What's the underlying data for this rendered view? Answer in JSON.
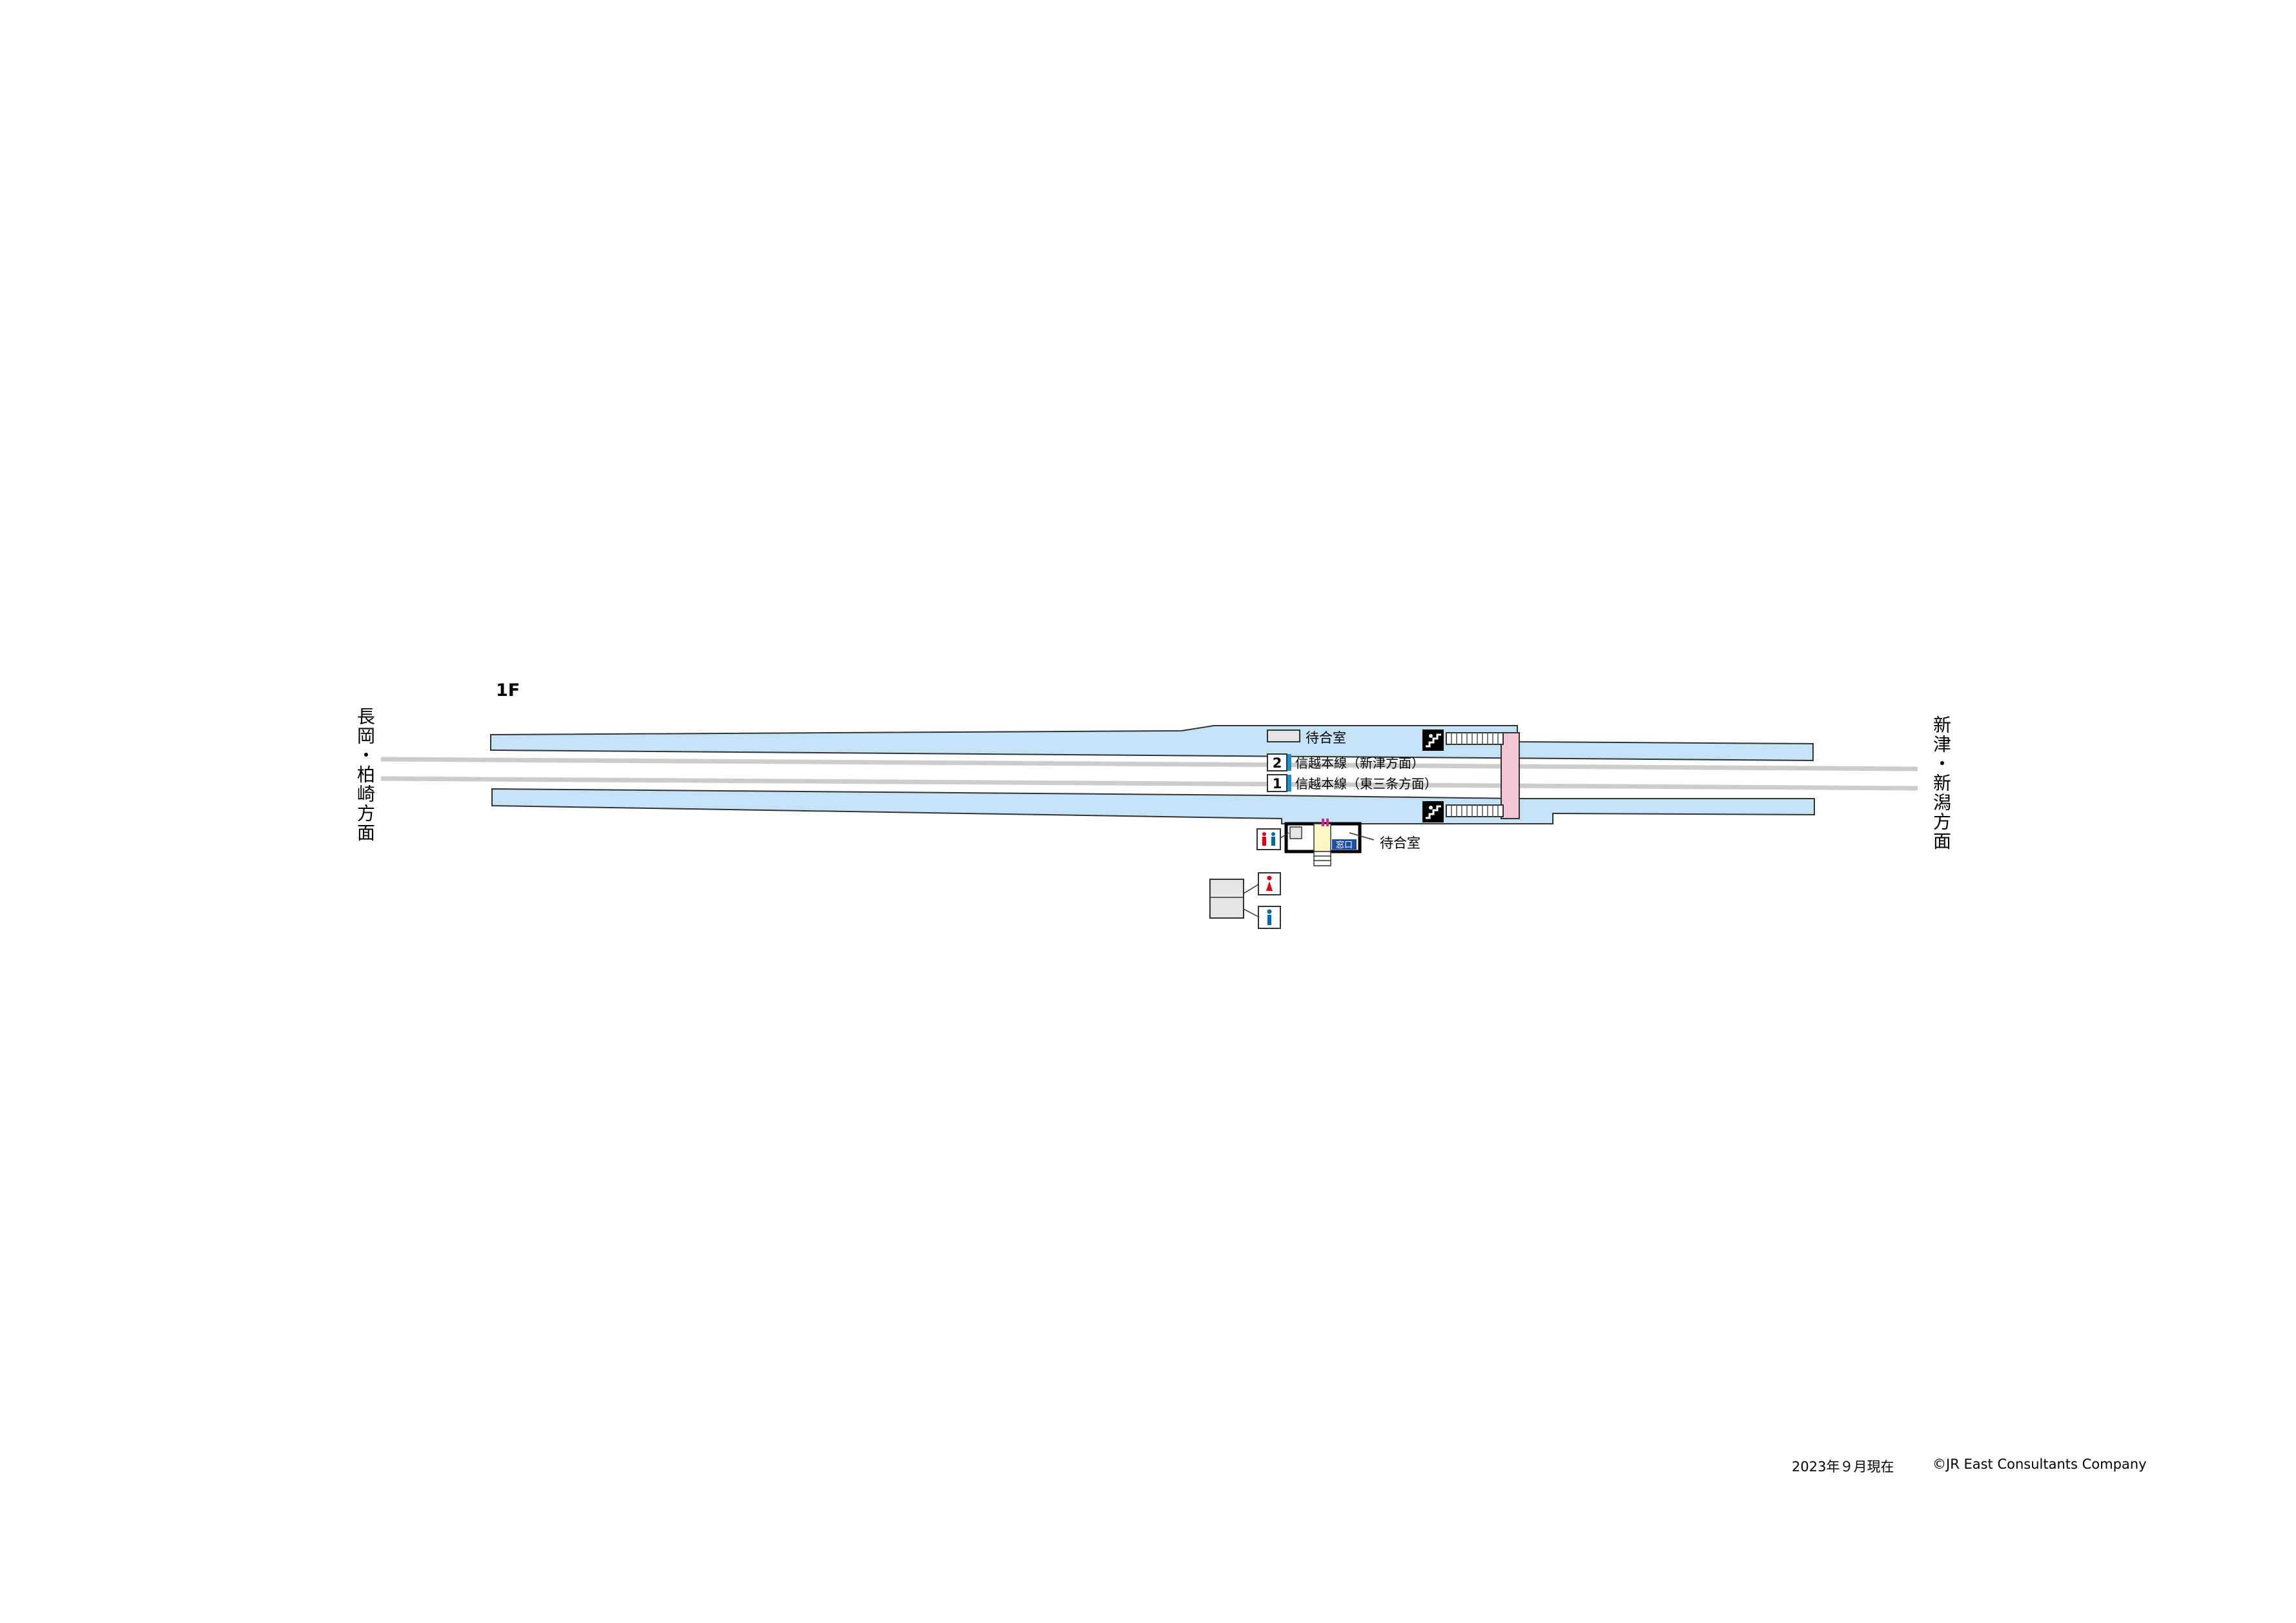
{
  "floor_label": "1F",
  "direction_left": "長岡・柏崎方面",
  "direction_right": "新津・新潟方面",
  "waiting_room_top": "待合室",
  "waiting_room_bottom": "待合室",
  "track2": {
    "number": "2",
    "label": "信越本線（新津方面）"
  },
  "track1": {
    "number": "1",
    "label": "信越本線（東三条方面）"
  },
  "ticket_office": "窓口",
  "date_note": "2023年９月現在",
  "copyright": "©JR East Consultants Company",
  "colors": {
    "platform": "#c5e3f6",
    "overpass": "#f3c6d3",
    "track": "#cccccc",
    "line_accent": "#1a8fd1",
    "waiting": "#fff6c8",
    "female": "#e60012",
    "male": "#0068b7"
  },
  "icons": [
    "stairs-icon",
    "restroom-icon",
    "female-restroom-icon",
    "male-restroom-icon"
  ]
}
